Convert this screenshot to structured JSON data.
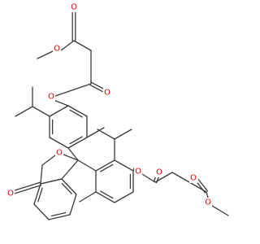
{
  "molecule": {
    "labels": {
      "o_top_ester_methoxy": "O",
      "o_top_ester_carbonyl": "O",
      "o_top_ester_link": "O",
      "o_top_phenoxy": "O",
      "o_top_phenoxy_carbonyl": "O",
      "o_lactone_ring": "O",
      "o_lactone_carbonyl": "O",
      "o_right_phenoxy": "O",
      "o_right_phenoxy_carbonyl": "O",
      "o_right_ester_carbonyl": "O",
      "o_right_ester_methoxy": "O"
    },
    "colors": {
      "bond": "#3a3a3a",
      "oxygen": "#e00000",
      "background": "#ffffff"
    }
  }
}
